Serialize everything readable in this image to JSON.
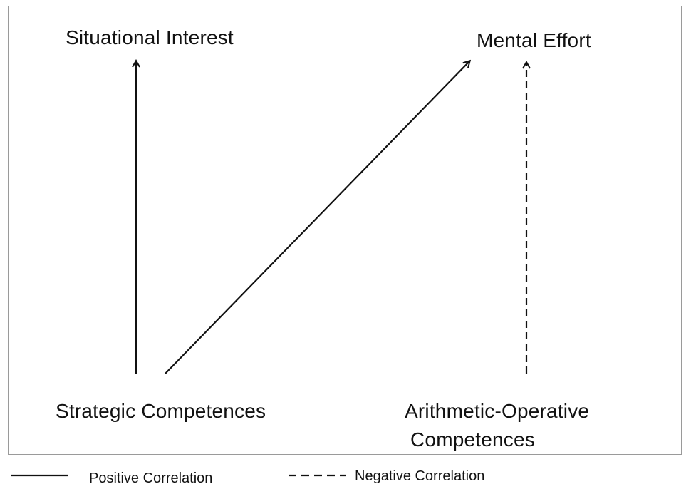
{
  "nodes": {
    "situational_interest": "Situational Interest",
    "mental_effort": "Mental Effort",
    "strategic_competences": "Strategic Competences",
    "arithmetic_operative_line1": "Arithmetic-Operative",
    "arithmetic_operative_line2": "Competences"
  },
  "edges": [
    {
      "from": "Strategic Competences",
      "to": "Situational Interest",
      "style": "solid"
    },
    {
      "from": "Strategic Competences",
      "to": "Mental Effort",
      "style": "solid"
    },
    {
      "from": "Arithmetic-Operative Competences",
      "to": "Mental Effort",
      "style": "dashed"
    }
  ],
  "legend": {
    "positive_label": "Positive Correlation",
    "negative_label": "Negative Correlation"
  },
  "colors": {
    "line": "#111111",
    "frame": "#9a9a9a",
    "background": "#ffffff"
  }
}
